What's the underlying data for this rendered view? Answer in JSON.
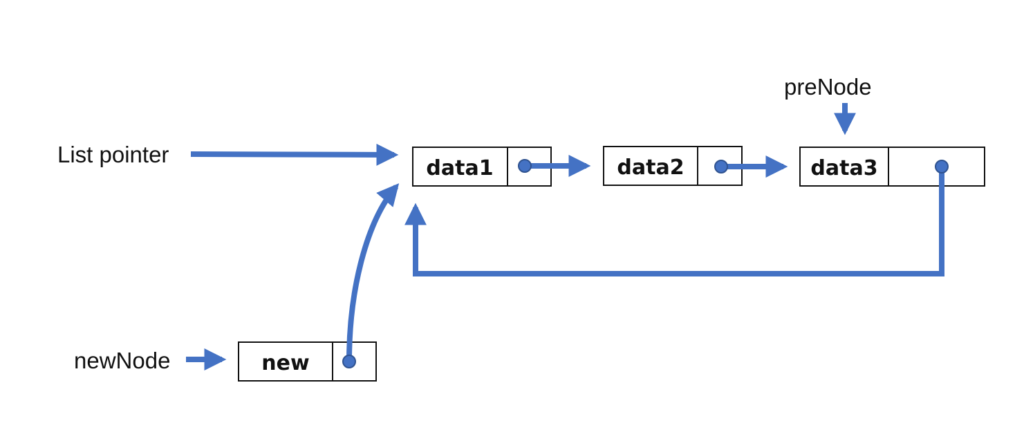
{
  "labels": {
    "list_pointer": "List pointer",
    "pre_node": "preNode",
    "new_node": "newNode"
  },
  "nodes": {
    "data1": "data1",
    "data2": "data2",
    "data3": "data3",
    "new": "new"
  },
  "colors": {
    "arrow": "#4472c4",
    "dot": "#4472c4",
    "dot_outline": "#2f528f"
  }
}
